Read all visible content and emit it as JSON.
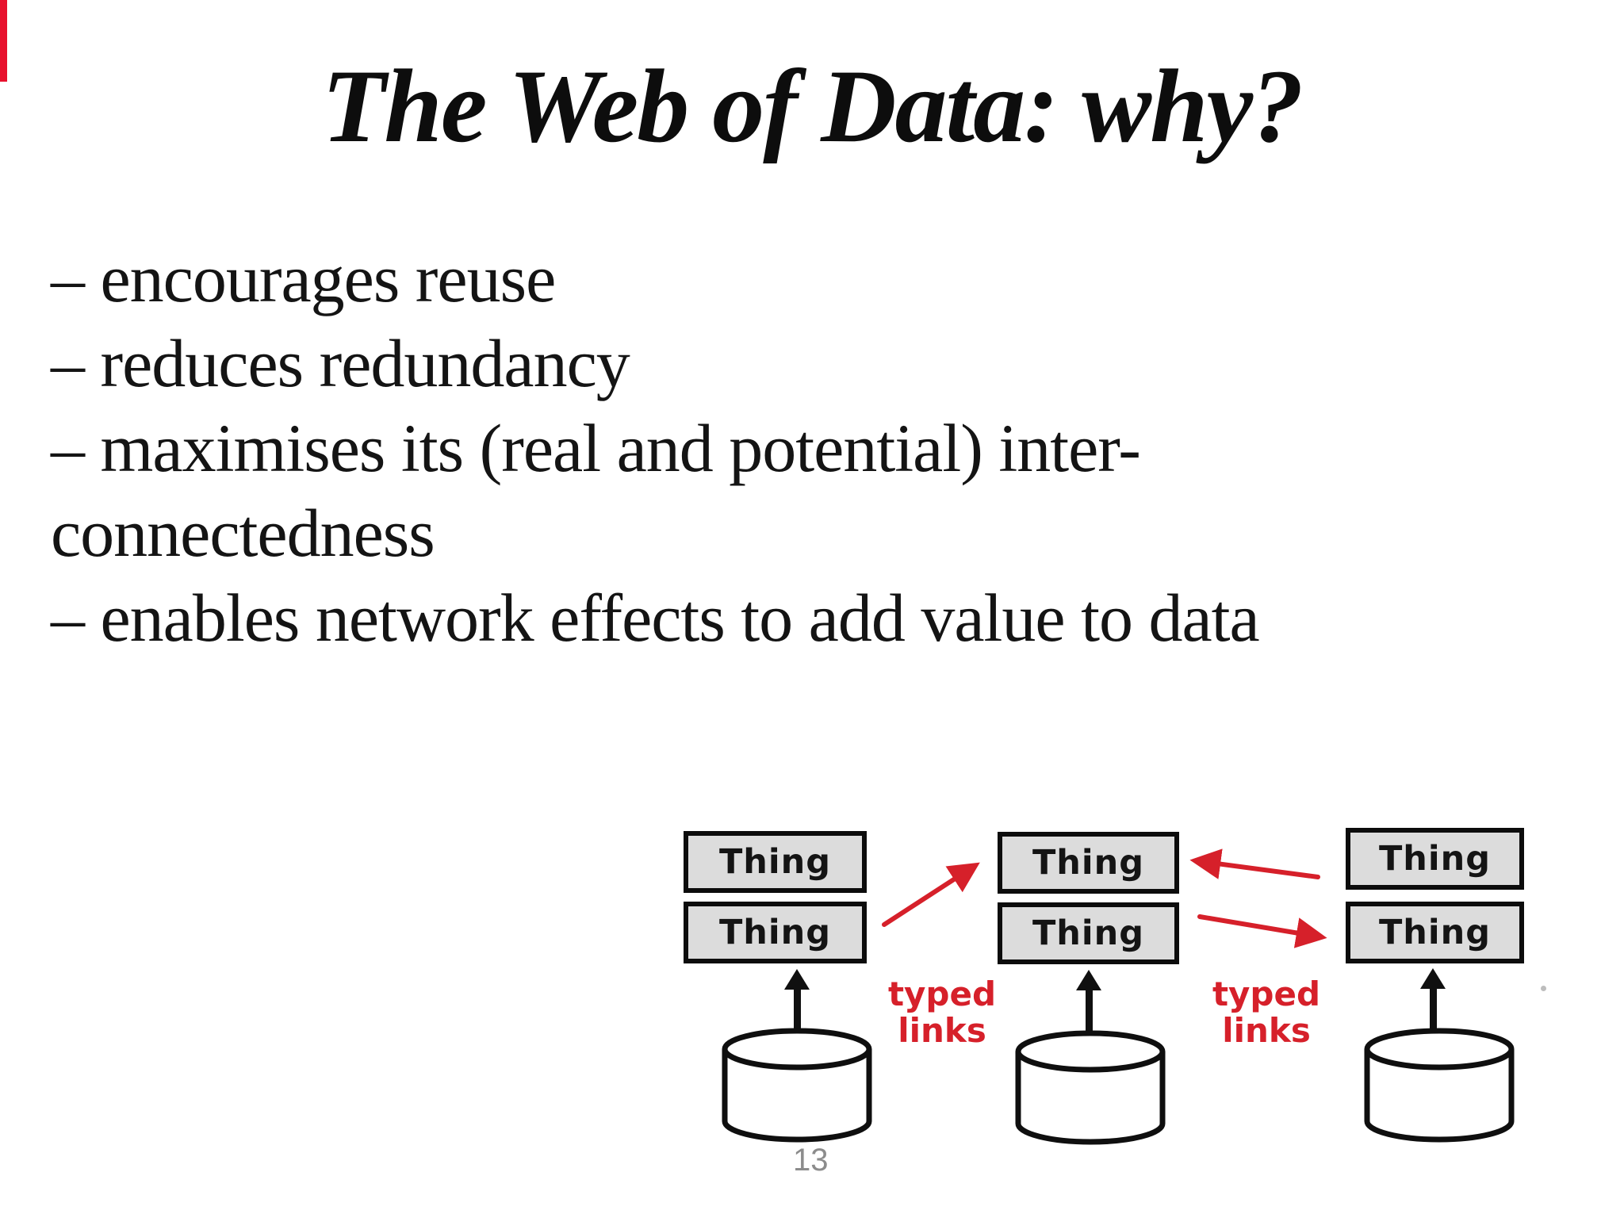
{
  "title": "The Web of Data: why?",
  "bullets": {
    "lines": [
      "– encourages reuse",
      "– reduces redundancy",
      "– maximises its (real and potential) inter-",
      "connectedness",
      "– enables network effects to add value to data"
    ]
  },
  "diagram": {
    "box_label": "Thing",
    "thing_box_count": 6,
    "database_count": 3,
    "typed_links": [
      "typed",
      "links"
    ],
    "typed_links_label_count": 2
  },
  "page_number": "13",
  "colors": {
    "accent_red": "#e8112d",
    "link_red": "#d6202a",
    "box_fill": "#dcdcdc",
    "page_gray": "#8c8c8c",
    "text": "#141414"
  }
}
